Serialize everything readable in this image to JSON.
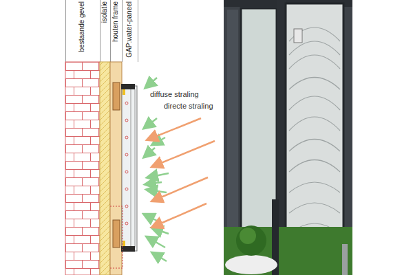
{
  "diagram": {
    "labels": [
      "bestaande gevel",
      "isolatie",
      "houten frame",
      "GAP:water-paneel",
      "diffuse straling",
      "directe straling"
    ]
  }
}
